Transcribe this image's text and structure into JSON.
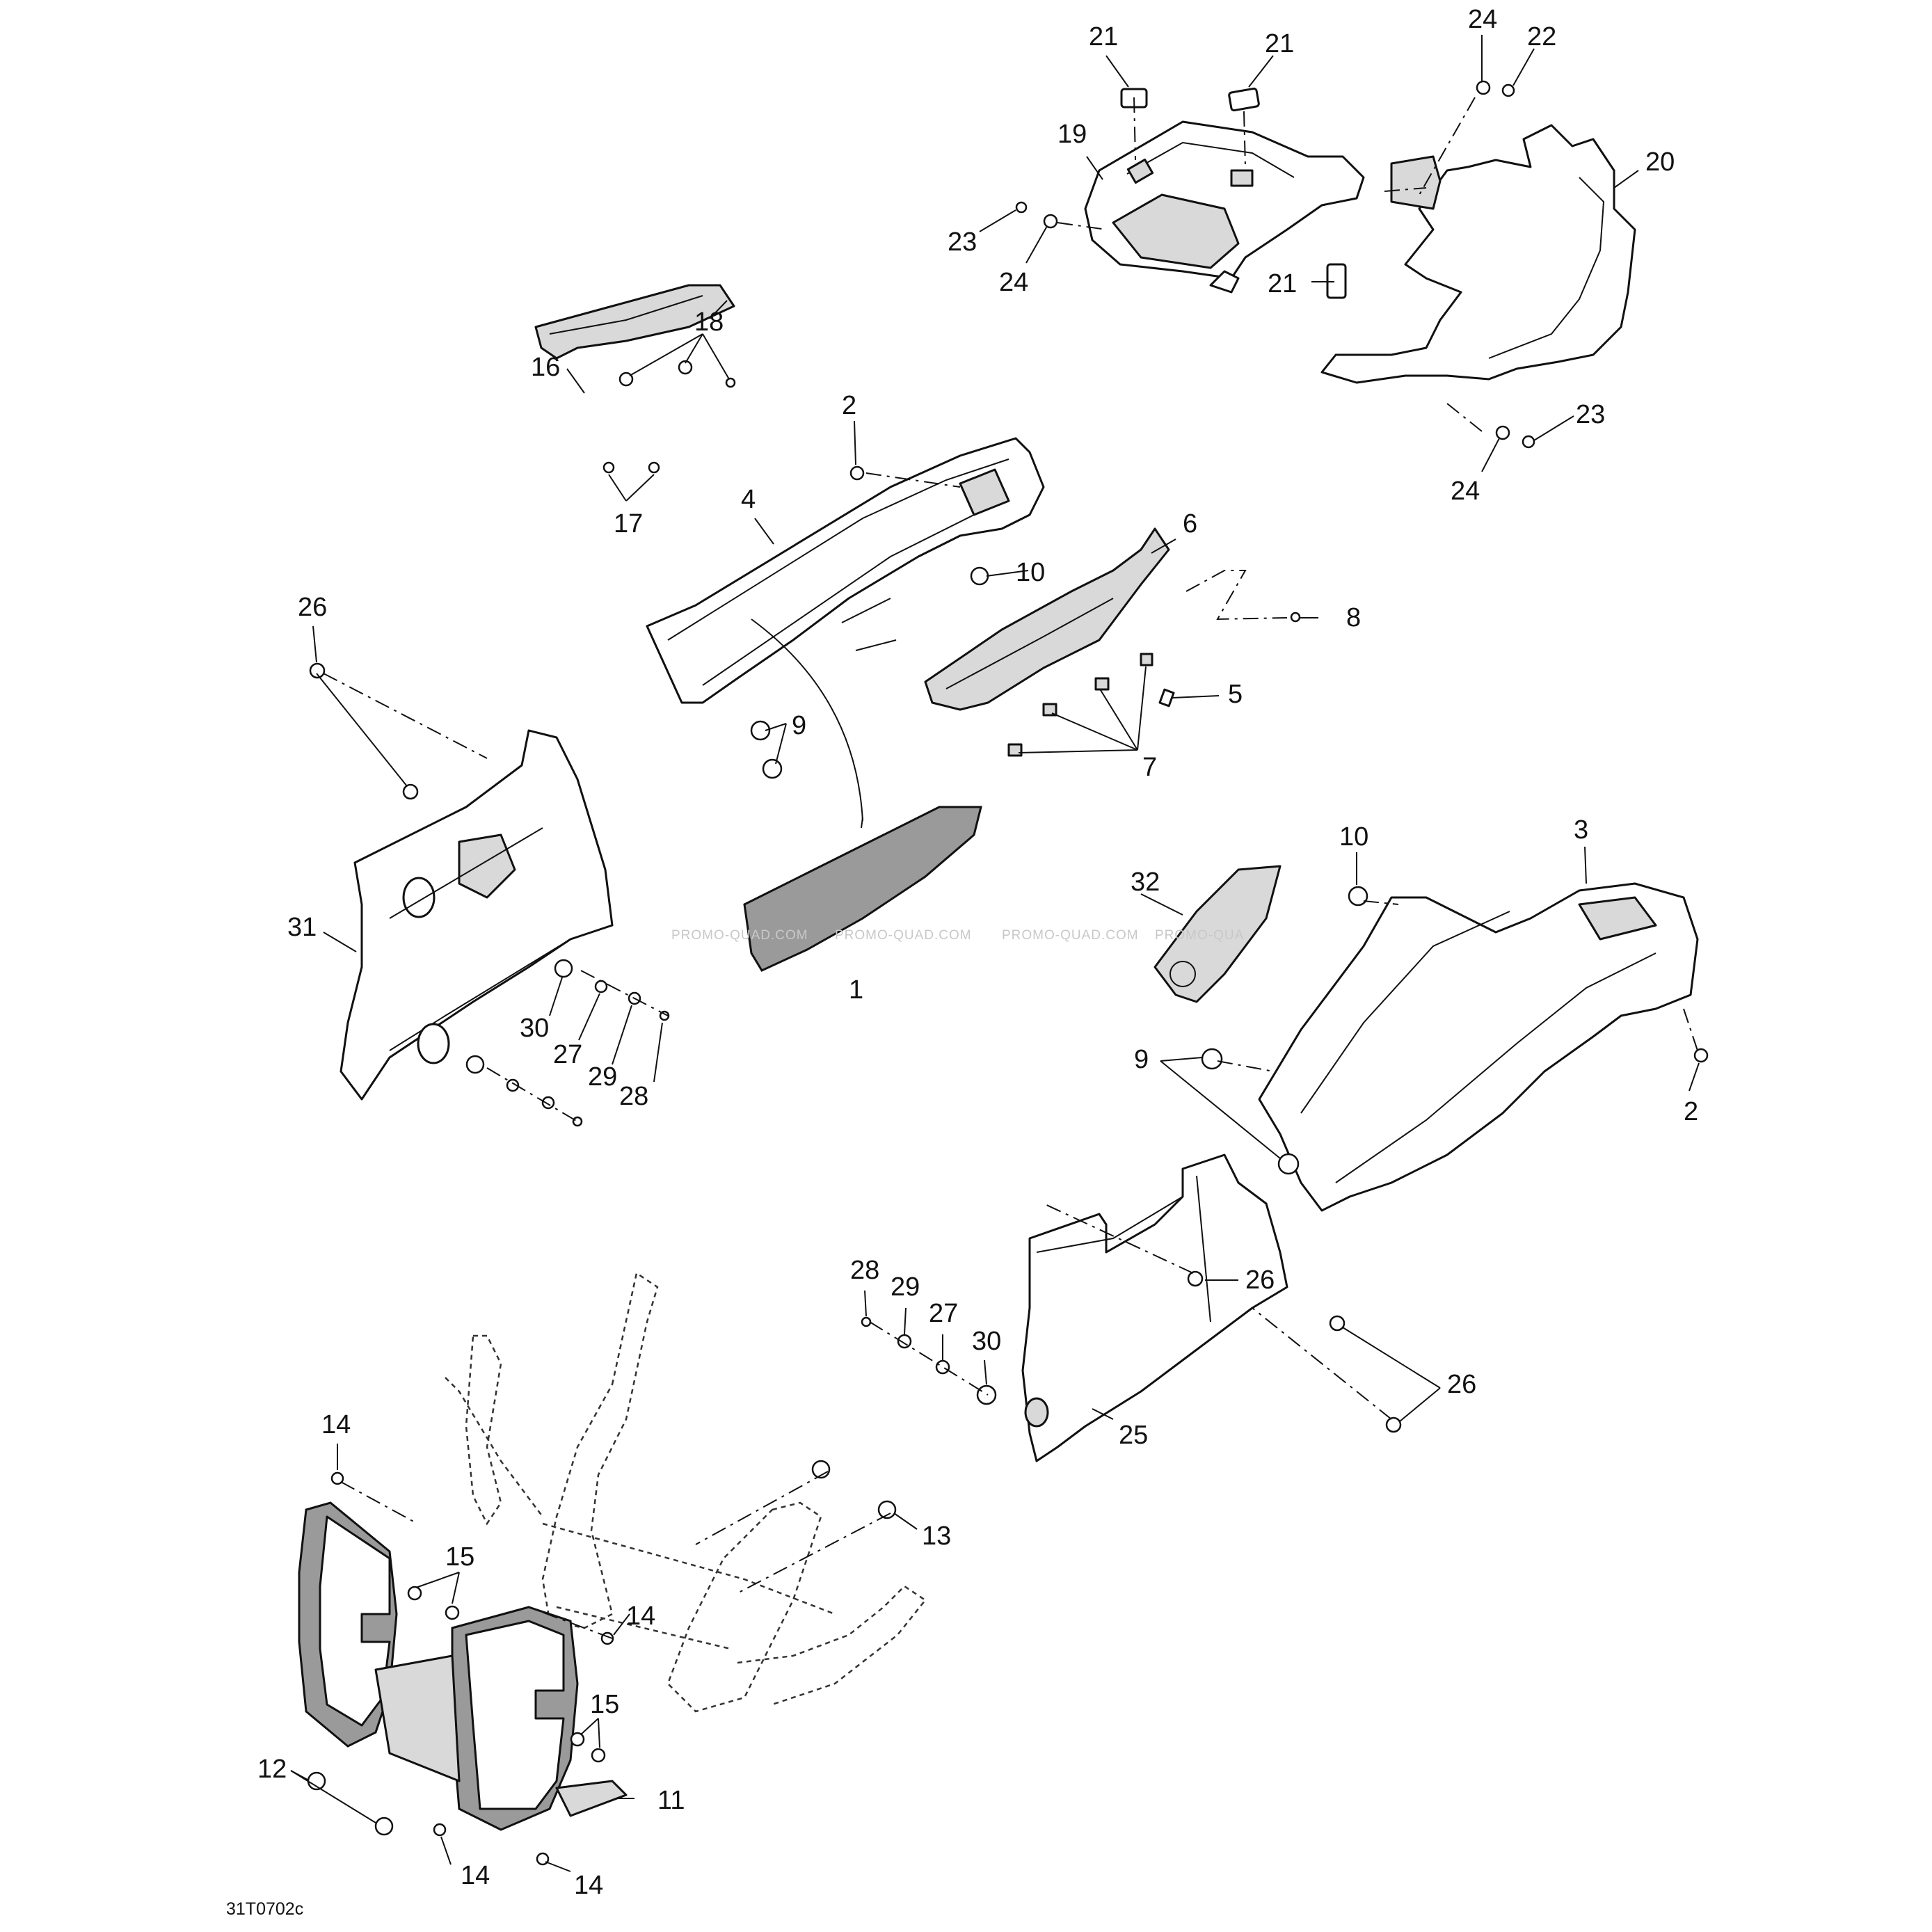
{
  "diagram": {
    "reference_code": "31T0702c",
    "watermark": [
      "PROMO-QUAD.COM",
      "PROMO-QUAD.COM",
      "PROMO-QUAD.COM",
      "PROMO-QUA"
    ],
    "callouts": {
      "c1": "1",
      "c2a": "2",
      "c2b": "2",
      "c3": "3",
      "c4": "4",
      "c5": "5",
      "c6": "6",
      "c7": "7",
      "c8": "8",
      "c9a": "9",
      "c9b": "9",
      "c10a": "10",
      "c10b": "10",
      "c11": "11",
      "c12": "12",
      "c13": "13",
      "c14a": "14",
      "c14b": "14",
      "c14c": "14",
      "c14d": "14",
      "c15a": "15",
      "c15b": "15",
      "c16": "16",
      "c17": "17",
      "c18": "18",
      "c19": "19",
      "c20": "20",
      "c21a": "21",
      "c21b": "21",
      "c21c": "21",
      "c22": "22",
      "c23a": "23",
      "c23b": "23",
      "c24a": "24",
      "c24b": "24",
      "c24c": "24",
      "c25": "25",
      "c26a": "26",
      "c26b": "26",
      "c26c": "26",
      "c27a": "27",
      "c27b": "27",
      "c28a": "28",
      "c28b": "28",
      "c29a": "29",
      "c29b": "29",
      "c30a": "30",
      "c30b": "30",
      "c31": "31",
      "c32": "32"
    }
  }
}
